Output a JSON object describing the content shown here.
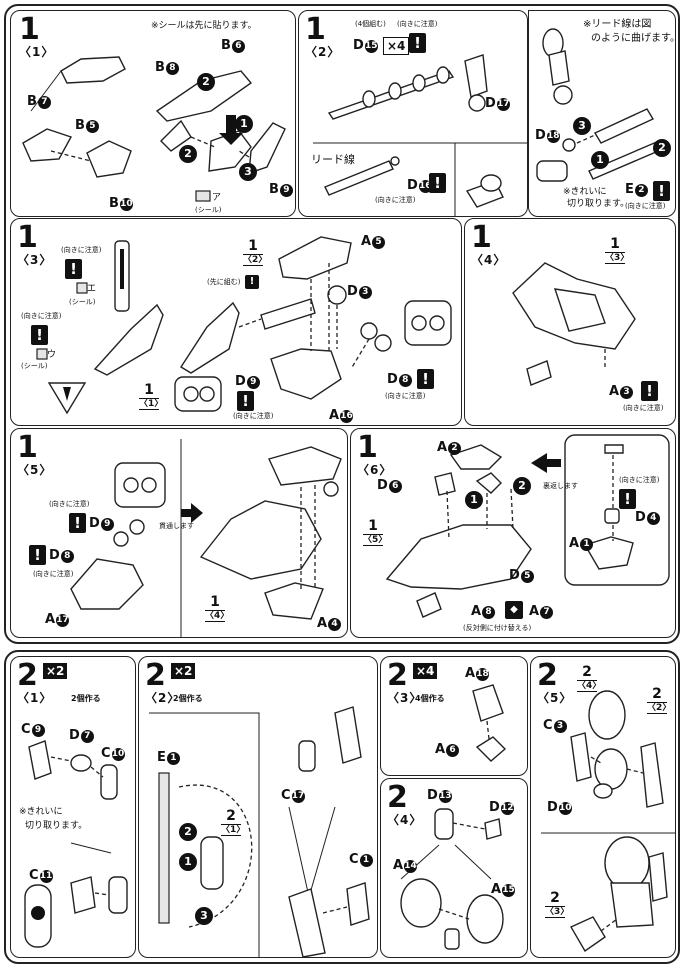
{
  "colors": {
    "ink": "#111111",
    "paper": "#ffffff",
    "shade": "#e6e6e6"
  },
  "icons": {
    "warning": "exclamation-box-icon",
    "insert": "solid-arrow-icon",
    "flip": "reverse-arrow-icon",
    "swap": "swap-diamond-icon"
  },
  "steps": {
    "s1_1": {
      "num": "1",
      "sub": "〈1〉",
      "note": "※シールは先に貼ります。",
      "parts": {
        "b6": "B",
        "b8": "B",
        "b7": "B",
        "b5": "B",
        "b9": "B",
        "b10": "B"
      },
      "sticker": "ア",
      "sticker_label": "(シール)"
    },
    "s1_2": {
      "num": "1",
      "sub": "〈2〉",
      "d15": "D",
      "mult": "×4",
      "mult_note": "(4個組む)",
      "warn_note": "(向きに注意)",
      "d17": "D",
      "lead_wire": "リード線",
      "d16": "D",
      "d16_note": "(向きに注意)"
    },
    "s1_2b": {
      "note_line1": "※リード線は図",
      "note_line2": "のように曲げます。",
      "d18": "D",
      "e2": "E",
      "e2_note": "(向きに注意)",
      "cut_line1": "※きれいに",
      "cut_line2": "切り取ります。"
    },
    "s1_3": {
      "num": "1",
      "sub": "〈3〉",
      "warn1": "(向きに注意)",
      "sticker_e": "エ",
      "sticker_label1": "(シール)",
      "warn2": "(向きに注意)",
      "sticker_u": "ウ",
      "sticker_label2": "(シール)",
      "ref": "1",
      "ref_sub": "〈1〉",
      "ref2": "1",
      "ref2_sub": "〈2〉",
      "push": "(先に組む)",
      "a5": "A",
      "d3": "D",
      "d9": "D",
      "d9_note": "(向きに注意)",
      "d8": "D",
      "d8_note": "(向きに注意)",
      "a16": "A"
    },
    "s1_4": {
      "num": "1",
      "sub": "〈4〉",
      "ref": "1",
      "ref_sub": "〈3〉",
      "a3": "A",
      "a3_note": "(向きに注意)"
    },
    "s1_5": {
      "num": "1",
      "sub": "〈5〉",
      "warn_note": "(向きに注意)",
      "d9": "D",
      "d8": "D",
      "d8_note": "(向きに注意)",
      "a17": "A",
      "through": "貫通します",
      "ref": "1",
      "ref_sub": "〈4〉",
      "a4": "A"
    },
    "s1_6": {
      "num": "1",
      "sub": "〈6〉",
      "a2": "A",
      "d6": "D",
      "ref": "1",
      "ref_sub": "〈5〉",
      "d5": "D",
      "flip": "裏返します",
      "d4": "D",
      "d4_note": "(向きに注意)",
      "a1": "A",
      "a8": "A",
      "a7": "A",
      "swap_note": "(反対側に付け替える)"
    },
    "s2_1": {
      "num": "2",
      "sub": "〈1〉",
      "mult": "×2",
      "mult_note": "2個作る",
      "c9": "C",
      "d7": "D",
      "c10": "C",
      "cut_line1": "※きれいに",
      "cut_line2": "切り取ります。",
      "c11": "C"
    },
    "s2_2": {
      "num": "2",
      "sub": "〈2〉",
      "mult": "×2",
      "mult_note": "2個作る",
      "e1": "E",
      "c17": "C",
      "c1": "C",
      "ref": "2",
      "ref_sub": "〈1〉"
    },
    "s2_3": {
      "num": "2",
      "sub": "〈3〉",
      "mult": "×4",
      "mult_note": "4個作る",
      "a18": "A",
      "a6": "A"
    },
    "s2_4": {
      "num": "2",
      "sub": "〈4〉",
      "d13": "D",
      "d12": "D",
      "a14": "A",
      "a15": "A"
    },
    "s2_5": {
      "num": "2",
      "sub": "〈5〉",
      "ref": "2",
      "ref_sub": "〈4〉",
      "c3": "C",
      "ref2": "2",
      "ref2_sub": "〈2〉",
      "d10": "D",
      "ref3": "2",
      "ref3_sub": "〈3〉"
    }
  },
  "numbers": {
    "n1": "1",
    "n2": "2",
    "n3": "3",
    "n4": "4",
    "n5": "5",
    "n6": "6",
    "n7": "7",
    "n8": "8",
    "n9": "9",
    "n10": "10",
    "n11": "11",
    "n12": "12",
    "n13": "13",
    "n14": "14",
    "n15": "15",
    "n16": "16",
    "n17": "17",
    "n18": "18",
    "warn": "!"
  }
}
